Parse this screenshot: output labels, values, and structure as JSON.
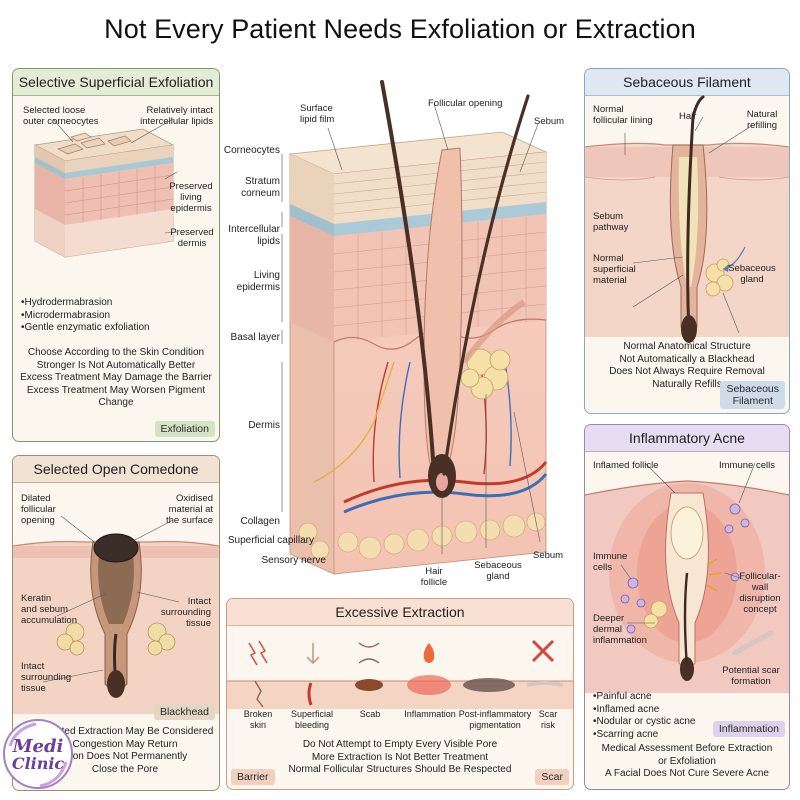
{
  "title": "Not Every Patient Needs Exfoliation or Extraction",
  "exfoliation": {
    "heading": "Selective Superficial Exfoliation",
    "label_loose": "Selected loose\nouter corneocytes",
    "label_lipids": "Relatively intact\nintercellular lipids",
    "label_epidermis": "Preserved\nliving\nepidermis",
    "label_dermis": "Preserved\ndermis",
    "bullets": [
      "Hydrodermabrasion",
      "Microdermabrasion",
      "Gentle enzymatic exfoliation"
    ],
    "notes": [
      "Choose According to the Skin Condition",
      "Stronger Is Not Automatically Better",
      "Excess Treatment May Damage the Barrier",
      "Excess Treatment May Worsen Pigment\nChange"
    ],
    "tag": "Exfoliation"
  },
  "comedone": {
    "heading": "Selected Open Comedone",
    "label_dilated": "Dilated\nfollicular\nopening",
    "label_oxidised": "Oxidised\nmaterial at\nthe surface",
    "label_keratin": "Keratin\nand sebum\naccumulation",
    "label_intact_right": "Intact\nsurrounding\ntissue",
    "label_intact_left": "Intact\nsurrounding\ntissue",
    "tag": "Blackhead",
    "notes": [
      "Selected Extraction May Be Considered",
      "Congestion May Return",
      "ction Does Not Permanently",
      "Close the Pore"
    ]
  },
  "center": {
    "left_labels": [
      "Corneocytes",
      "Stratum\ncorneum",
      "Intercellular\nlipids",
      "Living\nepidermis",
      "Basal layer",
      "Dermis",
      "Collagen",
      "Superficial capillary",
      "Sensory nerve"
    ],
    "label_surface_lipid": "Surface\nlipid film",
    "label_follicular_opening": "Follicular opening",
    "label_sebum_top": "Sebum",
    "label_sebum_bottom": "Sebum",
    "label_hair_follicle": "Hair\nfollicle",
    "label_sebaceous_gland": "Sebaceous\ngland"
  },
  "filament": {
    "heading": "Sebaceous Filament",
    "label_lining": "Normal\nfollicular lining",
    "label_hair": "Hair",
    "label_refill": "Natural\nrefilling",
    "label_pathway": "Sebum\npathway",
    "label_material": "Normal\nsuperficial\nmaterial",
    "label_gland": "Sebaceous\ngland",
    "notes": [
      "Normal Anatomical Structure",
      "Not Automatically a Blackhead",
      "Does Not Always Require Removal",
      "Naturally Refills"
    ],
    "tag": "Sebaceous\nFilament"
  },
  "acne": {
    "heading": "Inflammatory Acne",
    "label_inflamed": "Inflamed follicle",
    "label_immune_top": "Immune cells",
    "label_immune_left": "Immune\ncells",
    "label_disruption": "Follicular-\nwall\ndisruption\nconcept",
    "label_deeper": "Deeper\ndermal\ninflammation",
    "label_scar": "Potential scar\nformation",
    "bullets": [
      "Painful acne",
      "Inflamed acne",
      "Nodular or cystic acne",
      "Scarring acne"
    ],
    "tag": "Inflammation",
    "notes": [
      "Medical Assessment Before Extraction\nor Exfoliation",
      "A Facial Does Not Cure Severe Acne"
    ]
  },
  "excessive": {
    "heading": "Excessive Extraction",
    "items": [
      "Broken\nskin",
      "Superficial\nbleeding",
      "Scab",
      "Inflammation",
      "Post-inflammatory\npigmentation",
      "Scar\nrisk"
    ],
    "notes": [
      "Do Not Attempt to Empty Every Visible Pore",
      "More Extraction Is Not Better Treatment",
      "Normal Follicular Structures Should Be Respected"
    ],
    "tag_left": "Barrier",
    "tag_right": "Scar"
  },
  "logo": {
    "line1": "Medi",
    "line2": "Clinic"
  },
  "colors": {
    "panel_green": "#6f8f5a",
    "panel_blue": "#8aa6c4",
    "panel_purple": "#9a85b8",
    "panel_brown": "#a58a6c",
    "panel_salmon": "#d49a7e",
    "skin": "#f2c6b4",
    "dermis": "#f6d7c8",
    "hair": "#4a2f24",
    "alert_red": "#d9453a"
  }
}
